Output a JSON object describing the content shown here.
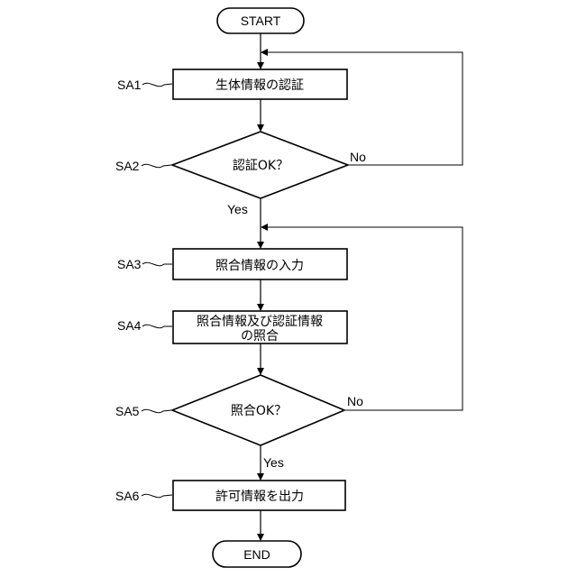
{
  "flowchart": {
    "start": "START",
    "end": "END",
    "steps": [
      {
        "id": "SA1",
        "label": "生体情報の認証"
      },
      {
        "id": "SA2",
        "label": "認証OK？"
      },
      {
        "id": "SA3",
        "label": "照合情報の入力"
      },
      {
        "id": "SA4",
        "label_line1": "照合情報及び認証情報",
        "label_line2": "の照合"
      },
      {
        "id": "SA5",
        "label": "照合OK？"
      },
      {
        "id": "SA6",
        "label": "許可情報を出力"
      }
    ],
    "edge_labels": {
      "sa2_yes": "Yes",
      "sa2_no": "No",
      "sa5_yes": "Yes",
      "sa5_no": "No"
    }
  }
}
